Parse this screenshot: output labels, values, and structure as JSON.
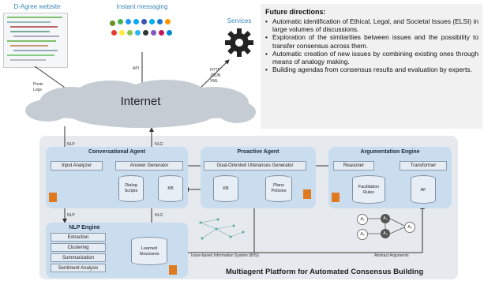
{
  "sources": {
    "dagree": "D-Agree website",
    "messaging": "Instant messaging",
    "services": "Services"
  },
  "links": {
    "posts_logs": "Posts\nLogs",
    "api": "API",
    "http_json_xml": "HTTP\nJSON\nXML",
    "nlp_in": "NLP",
    "nlg_out": "NLG",
    "nlp_down": "NLP",
    "nlg_down": "NLG",
    "ibis_label": "Issue-based Information System (IBIS)",
    "abstract_label": "Abstract Arguments"
  },
  "internet": "Internet",
  "future": {
    "title": "Future directions:",
    "items": [
      "Automatic identification of Ethical, Legal, and Societal Issues (ELSI) in large volumes of discussions.",
      "Exploration of the similarities between issues and the possibility to transfer consensus across them.",
      "Automatic creation of new issues by combining existing ones through means of analogy making.",
      "Building agendas from consensus results and evaluation by experts."
    ]
  },
  "conversational": {
    "title": "Conversational Agent",
    "input": "Input Analyzer",
    "answer": "Answer Generator",
    "dialog": "Dialog\nScripts",
    "kb": "KB"
  },
  "proactive": {
    "title": "Proactive Agent",
    "goal": "Goal-Oriented Utterances Generator",
    "kb": "KB",
    "plans": "Plans\nPolicies"
  },
  "argumentation": {
    "title": "Argumentation Engine",
    "reasoner": "Reasoner",
    "transformer": "Transformer",
    "rules": "Facilitation\nRules",
    "af": "AF"
  },
  "nlp_engine": {
    "title": "NLP Engine",
    "items": [
      "Extraction",
      "Clustering",
      "Summarization",
      "Sentiment Analysis"
    ],
    "learned": "Learned\nStructures"
  },
  "footer": "Multiagent Platform for Automated Consensus Building",
  "graph_nodes": [
    "A₁",
    "A₂",
    "A₃",
    "A₄",
    "A₅"
  ]
}
